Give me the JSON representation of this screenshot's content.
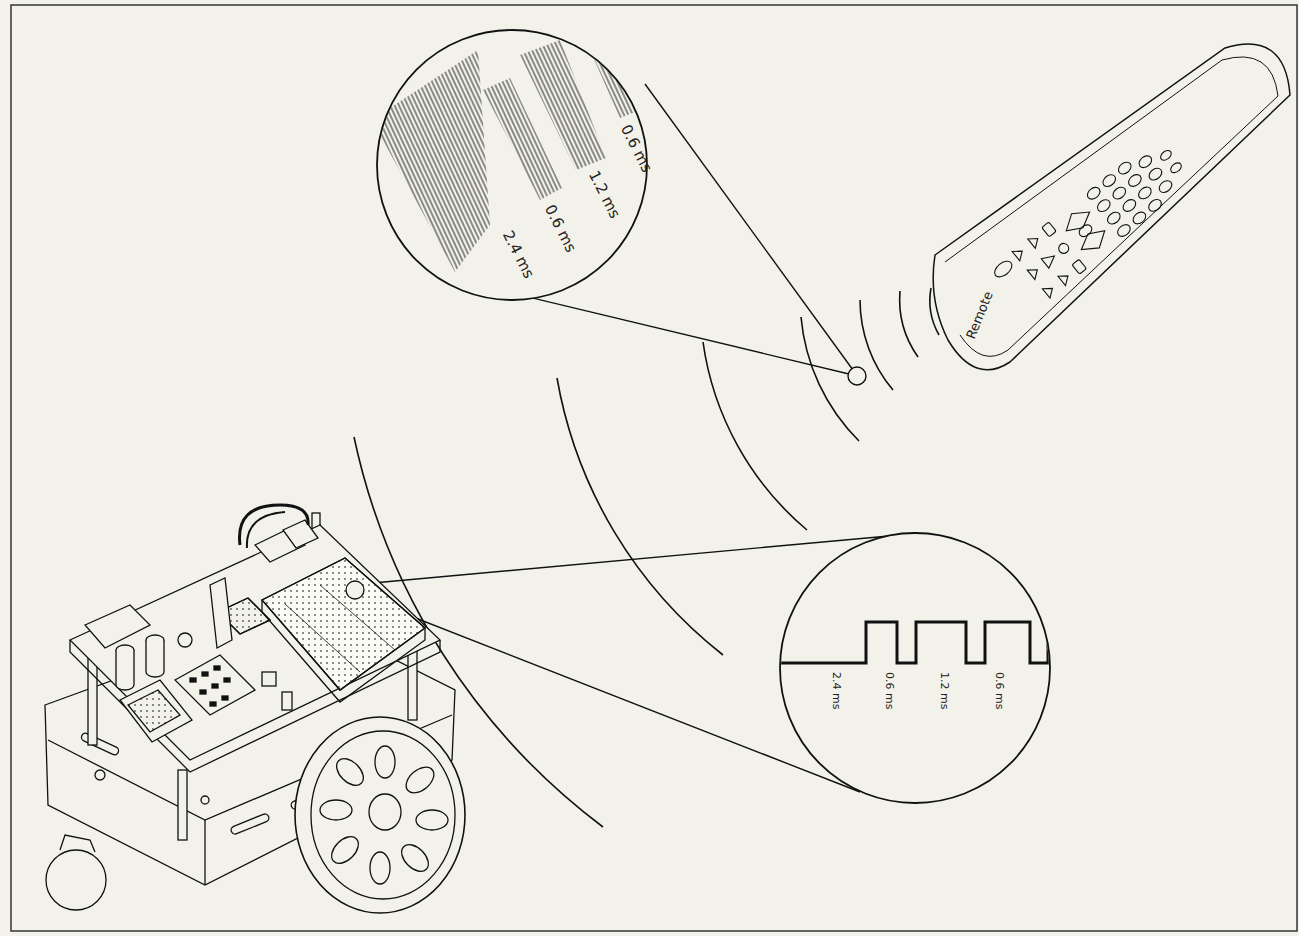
{
  "diagram": {
    "labels": [
      "0.6 ms",
      "1.2 ms",
      "0.6 ms",
      "2.4 ms",
      "Remote",
      "2.4 ms",
      "0.6 ms",
      "1.2 ms",
      "0.6 ms"
    ]
  }
}
